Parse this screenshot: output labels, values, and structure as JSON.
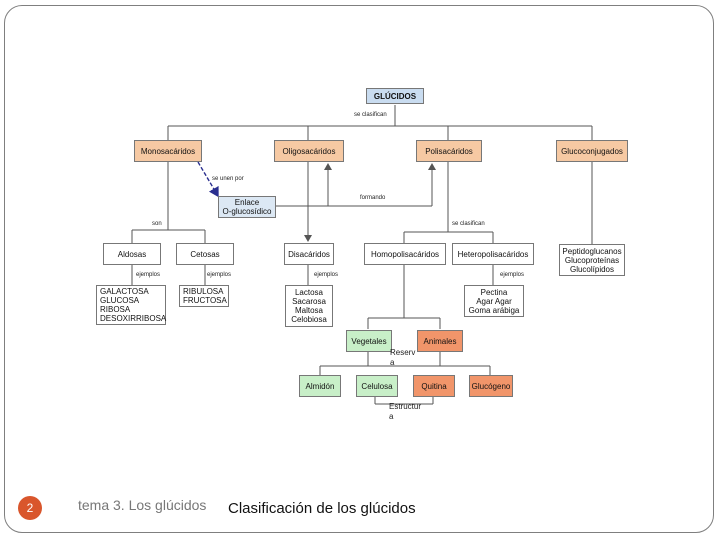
{
  "colors": {
    "root_fill": "#c9dcf0",
    "orange_fill": "#f6c9a3",
    "light_blue_fill": "#dce8f4",
    "white_fill": "#ffffff",
    "green_fill": "#c8efc8",
    "dark_orange_fill": "#f1956a",
    "line": "#555555",
    "dashed_arrow": "#2a2f8f",
    "slide_number_badge": "#d9562c"
  },
  "diagram": {
    "root": "GLÚCIDOS",
    "connector_se_clasifican": "se clasifican",
    "categories": [
      "Monosacáridos",
      "Oligosacáridos",
      "Polisacáridos",
      "Glucoconjugados"
    ],
    "se_unen_por": "se unen por",
    "enlace": "Enlace\nO-glucosídico",
    "formando": "formando",
    "son": "son",
    "se_clasifican_2": "se clasifican",
    "mono_sub": [
      "Aldosas",
      "Cetosas"
    ],
    "oligo_sub": "Disacáridos",
    "poli_sub": [
      "Homopolisacáridos",
      "Heteropolisacáridos"
    ],
    "glucoconjugados_list": "Peptidoglucanos\nGlucoproteínas\nGlucolípidos",
    "ejemplos": "ejemplos",
    "aldosas_examples": "GALACTOSA\nGLUCOSA\nRIBOSA\nDESOXIRRIBOSA",
    "cetosas_examples": "RIBULOSA\nFRUCTOSA",
    "disacaridos_examples": "Lactosa\nSacarosa\nMaltosa\nCelobiosa",
    "hetero_examples": "Pectina\nAgar Agar\nGoma arábiga",
    "homo_groups": [
      "Vegetales",
      "Animales"
    ],
    "reserva": "Reserv\na",
    "estructura": "Estructur\na",
    "homo_examples": [
      "Almidón",
      "Celulosa",
      "Quitina",
      "Glucógeno"
    ]
  },
  "footer": {
    "slide_number": "2",
    "left_text": "tema 3. Los glúcidos",
    "title": "Clasificación de los glúcidos"
  }
}
